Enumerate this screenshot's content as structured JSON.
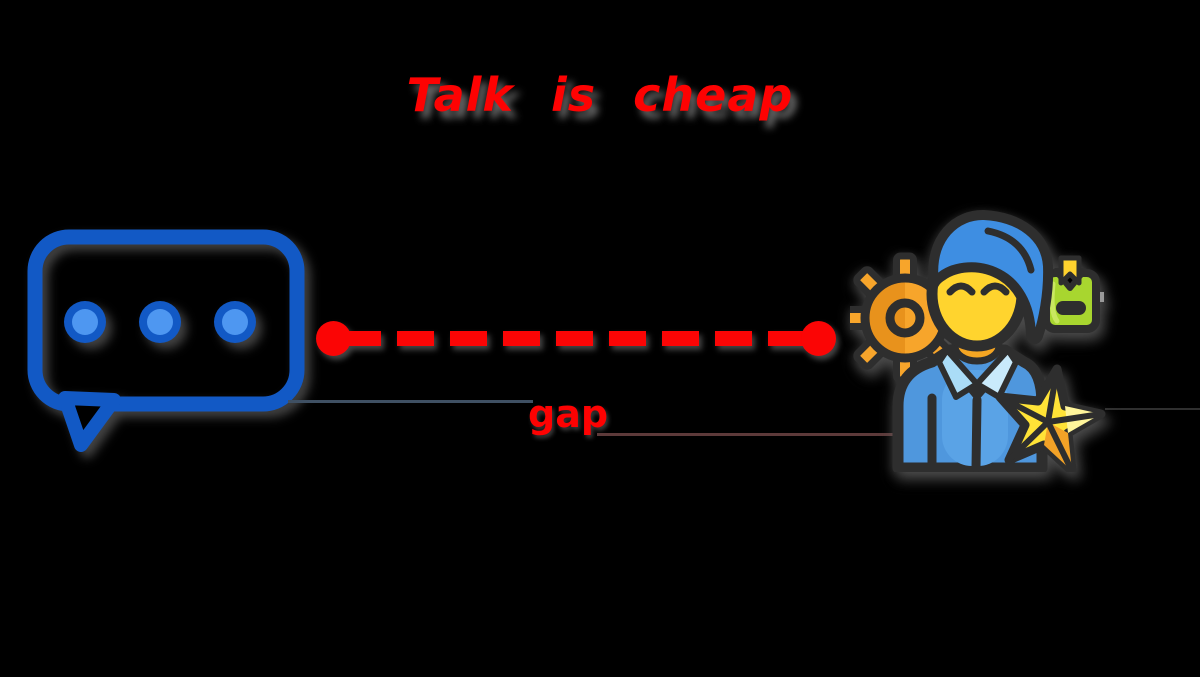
{
  "title": {
    "text": "Talk is cheap"
  },
  "gap_label": {
    "text": "gap"
  },
  "icons": {
    "speech_bubble": "speech-bubble-icon",
    "typing_dots": "typing-dots-icon",
    "dashed_connector": "red-dashed-gap-connector",
    "person": "developer-person-icon",
    "gear": "gear-icon",
    "package": "package-icon",
    "star": "star-icon"
  },
  "colors": {
    "background": "#000000",
    "title_red": "#fe0202",
    "bubble_blue": "#1259c5",
    "bubble_dot_blue": "#4e97f1",
    "dash_red": "#fb0505",
    "leader_left": "#3f5063",
    "leader_right": "#5d3a3a",
    "gap_red": "#fe0202",
    "gear_orange": "#f7a52b",
    "gear_orange_dark": "#e8921c",
    "hair_blue": "#3e8ee2",
    "face_yellow": "#ffd42e",
    "neck_yellow": "#f5a623",
    "shirt_blue": "#4f97dd",
    "shirt_blue_light": "#5aa3e6",
    "collar_light": "#aadcf7",
    "collar_light2": "#c9eafb",
    "package_green": "#a8d62f",
    "package_highlight": "#c9e860",
    "bookmark_yellow": "#ffd22e",
    "star_yellow": "#ffe337",
    "star_pale": "#fff59b",
    "star_orange": "#f2a227",
    "outline_dark": "#2e2e2e"
  }
}
